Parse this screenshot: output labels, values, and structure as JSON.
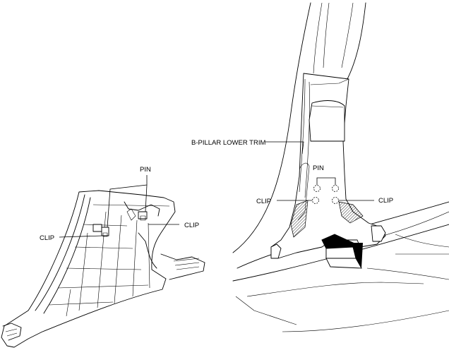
{
  "labels": {
    "left_pin": "PIN",
    "left_clip_left": "CLIP",
    "left_clip_right": "CLIP",
    "right_trim": "B-PILLAR LOWER TRIM",
    "right_pin": "PIN",
    "right_clip_left": "CLIP",
    "right_clip_right": "CLIP"
  },
  "icons": {
    "removal_arrow": "arrow-icon"
  }
}
